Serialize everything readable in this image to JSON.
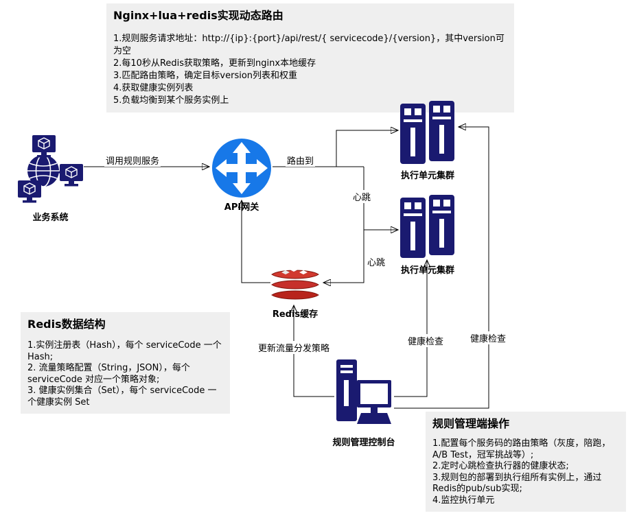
{
  "colors": {
    "note_bg": "#efefef",
    "navy": "#1a1a70",
    "gateway_blue": "#1778e8",
    "redis_red": "#c6302b",
    "line": "#000000"
  },
  "top_note": {
    "title": "Nginx+lua+redis实现动态路由",
    "lines": [
      "1.规则服务请求地址：http://{ip}:{port}/api/rest/{ servicecode}/{version}，其中version可为空",
      "2.每10秒从Redis获取策略，更新到nginx本地缓存",
      "3.匹配路由策略，确定目标version列表和权重",
      "4.获取健康实例列表",
      "5.负载均衡到某个服务实例上"
    ]
  },
  "nodes": {
    "business_system": {
      "label": "业务系统"
    },
    "api_gateway": {
      "label": "API网关"
    },
    "exec_cluster_top": {
      "label": "执行单元集群"
    },
    "exec_cluster_mid": {
      "label": "执行单元集群"
    },
    "redis_cache": {
      "label": "Redis缓存"
    },
    "rule_console": {
      "label": "规则管理控制台"
    }
  },
  "edge_labels": {
    "call_rule_service": "调用规则服务",
    "route_to": "路由到",
    "heartbeat_top": "心跳",
    "heartbeat_mid": "心跳",
    "update_policy": "更新流量分发策略",
    "health_check_mid": "健康检查",
    "health_check_top": "健康检查"
  },
  "redis_note": {
    "title": "Redis数据结构",
    "lines": [
      "1.实例注册表（Hash），每个 serviceCode 一个 Hash;",
      "2. 流量策略配置（String，JSON），每个 serviceCode 对应一个策略对象;",
      "3. 健康实例集合（Set），每个 serviceCode 一个健康实例 Set"
    ]
  },
  "console_note": {
    "title": "规则管理端操作",
    "lines": [
      "1.配置每个服务码的路由策略（灰度，陪跑，A/B Test，冠军挑战等）;",
      "2.定时心跳检查执行器的健康状态;",
      "3.规则包的部署到执行组所有实例上，通过Redis的pub/sub实现;",
      "4.监控执行单元"
    ]
  }
}
